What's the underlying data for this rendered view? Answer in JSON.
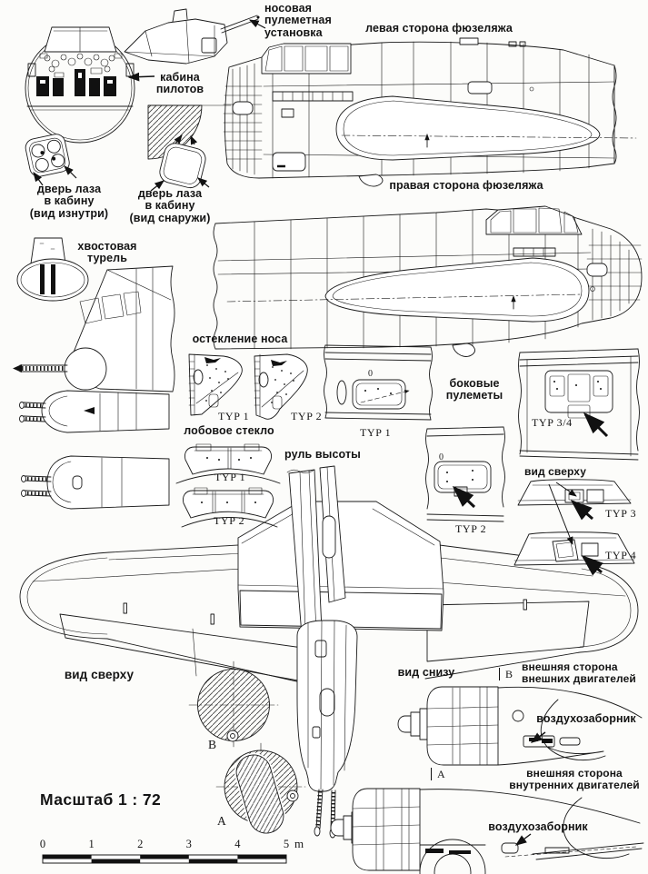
{
  "colors": {
    "ink": "#1a1a1a",
    "paper": "#fcfcfa"
  },
  "labels": {
    "nose_turret": "носовая\nпулеметная\nустановка",
    "fuselage_left": "левая сторона фюзеляжа",
    "pilot_cabin": "кабина\nпилотов",
    "door_inside": "дверь лаза\nв кабину\n(вид изнутри)",
    "door_outside": "дверь лаза\nв кабину\n(вид снаружи)",
    "fuselage_right": "правая сторона фюзеляжа",
    "tail_turret": "хвостовая\nтурель",
    "nose_glazing": "остекление носа",
    "windshield": "лобовое стекло",
    "side_guns": "боковые\nпулеметы",
    "elevator": "руль высоты",
    "top_view_panels": "вид сверху",
    "wing_top": "вид сверху",
    "wing_bottom": "вид снизу",
    "outer_engines": "внешняя сторона\nвнешних двигателей",
    "inner_engines": "внешняя сторона\nвнутренних двигателей",
    "air_intake_outer": "воздухозаборник",
    "air_intake_inner": "воздухозаборник"
  },
  "type_labels": {
    "glazing_1": "TYP 1",
    "glazing_2": "TYP 2",
    "panel_1": "TYP 1",
    "panel_2": "TYP 2",
    "panel_34": "TYP 3/4",
    "panel_3": "TYP 3",
    "panel_4": "TYP 4",
    "windshield_1": "TYP 1",
    "windshield_2": "TYP 2"
  },
  "markers": {
    "section_outer": "B",
    "section_inner": "A",
    "prop_outer": "B",
    "prop_inner": "A"
  },
  "panel_marks": {
    "panel1_zero": "0",
    "panel2_zero": "0"
  },
  "scale_bar": {
    "label": "Масштаб 1 : 72",
    "ticks": [
      "0",
      "1",
      "2",
      "3",
      "4",
      "5"
    ],
    "unit": "m"
  }
}
